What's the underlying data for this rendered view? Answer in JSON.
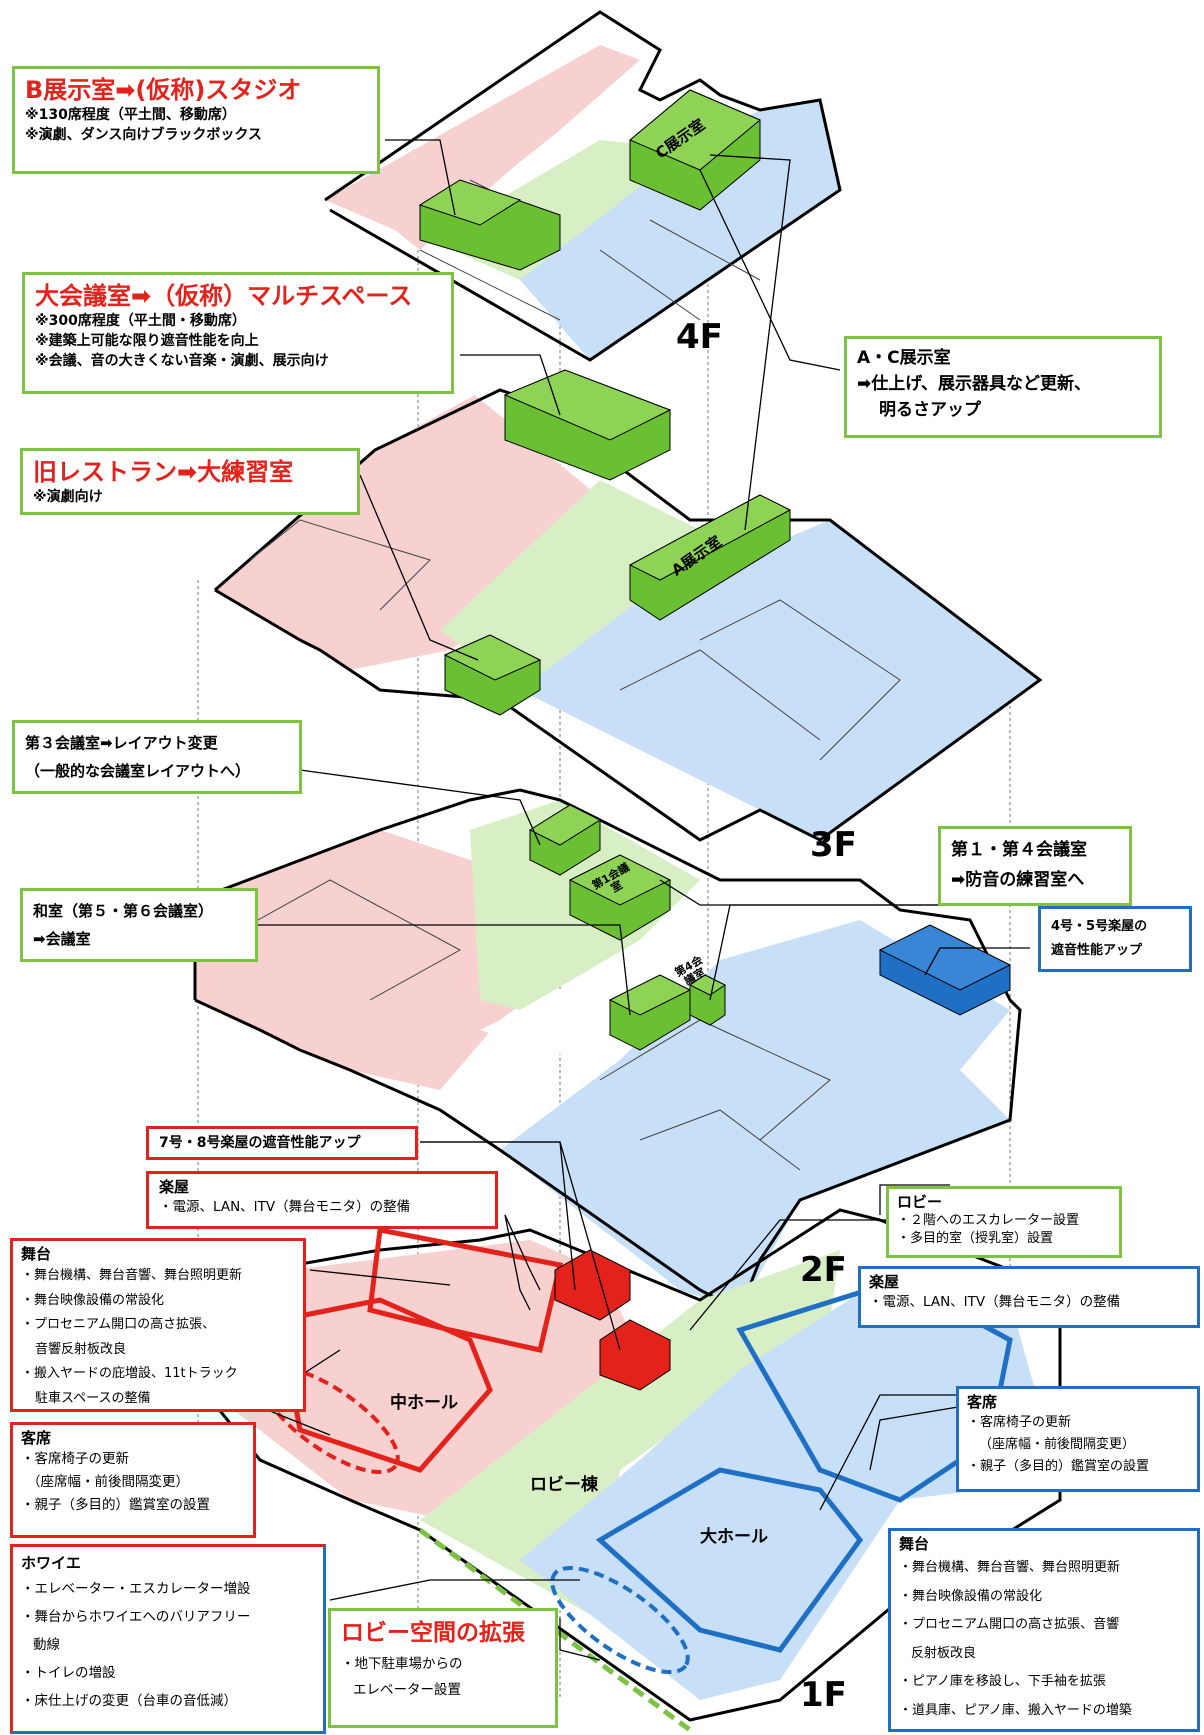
{
  "colors": {
    "pink": "#f7d0d0",
    "blue": "#c7dff7",
    "lightgreen": "#d8eec4",
    "green": "#6bbf33",
    "red": "#e3231b",
    "navy": "#1f6fc5"
  },
  "floors": {
    "f4": "4F",
    "f3": "3F",
    "f2": "2F",
    "f1": "1F"
  },
  "rooms": {
    "c_exhibit": "C展示室",
    "a_exhibit": "A展示室",
    "conf1": "第1会議室",
    "conf4": "第4会議室",
    "middle_hall": "中ホール",
    "lobby_wing": "ロビー棟",
    "big_hall": "大ホール"
  },
  "callouts": {
    "b_studio": {
      "title": "B展示室➡(仮称)スタジオ",
      "lines": [
        "※130席程度（平土間、移動席）",
        "※演劇、ダンス向けブラックボックス"
      ]
    },
    "multispace": {
      "title": "大会議室➡（仮称）マルチスペース",
      "lines": [
        "※300席程度（平土間・移動席）",
        "※建築上可能な限り遮音性能を向上",
        "※会議、音の大きくない音楽・演劇、展示向け"
      ]
    },
    "rehearsal": {
      "title": "旧レストラン➡大練習室",
      "lines": [
        "※演劇向け"
      ]
    },
    "ac_exhibit": {
      "lines": [
        "A・C展示室",
        "➡仕上げ、展示器具など更新、",
        "明るさアップ"
      ]
    },
    "conf3": {
      "lines": [
        "第３会議室➡レイアウト変更",
        "（一般的な会議室レイアウトへ）"
      ]
    },
    "conf14": {
      "lines": [
        "第１・第４会議室",
        "➡防音の練習室へ"
      ]
    },
    "washitsu": {
      "lines": [
        "和室（第５・第６会議室）",
        "➡会議室"
      ]
    },
    "dressing45": {
      "lines": [
        "4号・5号楽屋の",
        "遮音性能アップ"
      ]
    },
    "dressing78": {
      "title": "7号・8号楽屋の遮音性能アップ"
    },
    "gakuya_left": {
      "title": "楽屋",
      "lines": [
        "・電源、LAN、ITV（舞台モニタ）の整備"
      ]
    },
    "lobby": {
      "title": "ロビー",
      "lines": [
        "・２階へのエスカレーター設置",
        "・多目的室（授乳室）設置"
      ]
    },
    "stage_left": {
      "title": "舞台",
      "lines": [
        "・舞台機構、舞台音響、舞台照明更新",
        "・舞台映像設備の常設化",
        "・プロセニアム開口の高さ拡張、",
        "音響反射板改良",
        "・搬入ヤードの庇増設、11tトラック",
        "駐車スペースの整備"
      ]
    },
    "gakuya_right": {
      "title": "楽屋",
      "lines": [
        "・電源、LAN、ITV（舞台モニタ）の整備"
      ]
    },
    "seats_left": {
      "title": "客席",
      "lines": [
        "・客席椅子の更新",
        "（座席幅・前後間隔変更）",
        "・親子（多目的）鑑賞室の設置"
      ]
    },
    "seats_right": {
      "title": "客席",
      "lines": [
        "・客席椅子の更新",
        "（座席幅・前後間隔変更）",
        "・親子（多目的）鑑賞室の設置"
      ]
    },
    "foyer": {
      "title": "ホワイエ",
      "lines": [
        "・エレベーター・エスカレーター増設",
        "・舞台からホワイエへのバリアフリー",
        "動線",
        "・トイレの増設",
        "・床仕上げの変更（台車の音低減）"
      ]
    },
    "lobby_expand": {
      "title": "ロビー空間の拡張",
      "lines": [
        "・地下駐車場からの",
        "エレベーター設置"
      ]
    },
    "stage_right": {
      "title": "舞台",
      "lines": [
        "・舞台機構、舞台音響、舞台照明更新",
        "・舞台映像設備の常設化",
        "・プロセニアム開口の高さ拡張、音響",
        "反射板改良",
        "・ピアノ庫を移設し、下手袖を拡張",
        "・道具庫、ピアノ庫、搬入ヤードの増築"
      ]
    }
  }
}
